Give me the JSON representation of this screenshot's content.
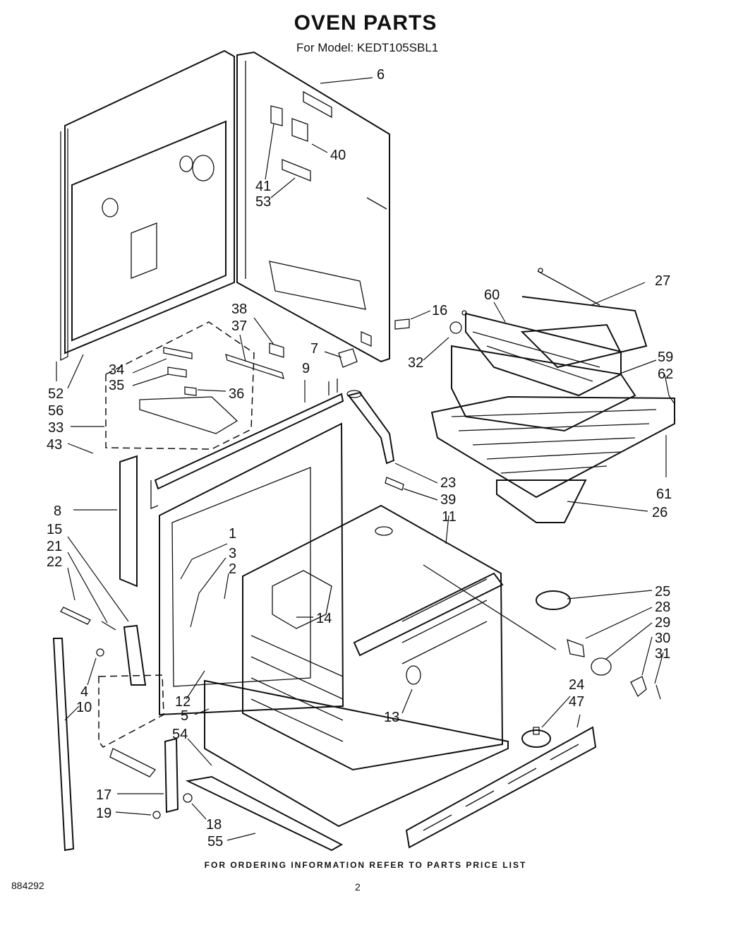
{
  "header": {
    "title": "OVEN PARTS",
    "model_line": "For Model: KEDT105SBL1"
  },
  "footer": {
    "ordering_note": "FOR ORDERING INFORMATION REFER TO PARTS PRICE LIST",
    "document_number": "884292",
    "page_number": "2"
  },
  "callouts": [
    "6",
    "40",
    "41",
    "53",
    "27",
    "60",
    "59",
    "62",
    "16",
    "32",
    "38",
    "37",
    "7",
    "9",
    "34",
    "35",
    "36",
    "33",
    "43",
    "52",
    "56",
    "23",
    "39",
    "11",
    "8",
    "15",
    "21",
    "22",
    "1",
    "3",
    "2",
    "14",
    "25",
    "28",
    "29",
    "30",
    "31",
    "61",
    "26",
    "4",
    "10",
    "12",
    "5",
    "13",
    "24",
    "47",
    "54",
    "17",
    "19",
    "18",
    "55"
  ]
}
